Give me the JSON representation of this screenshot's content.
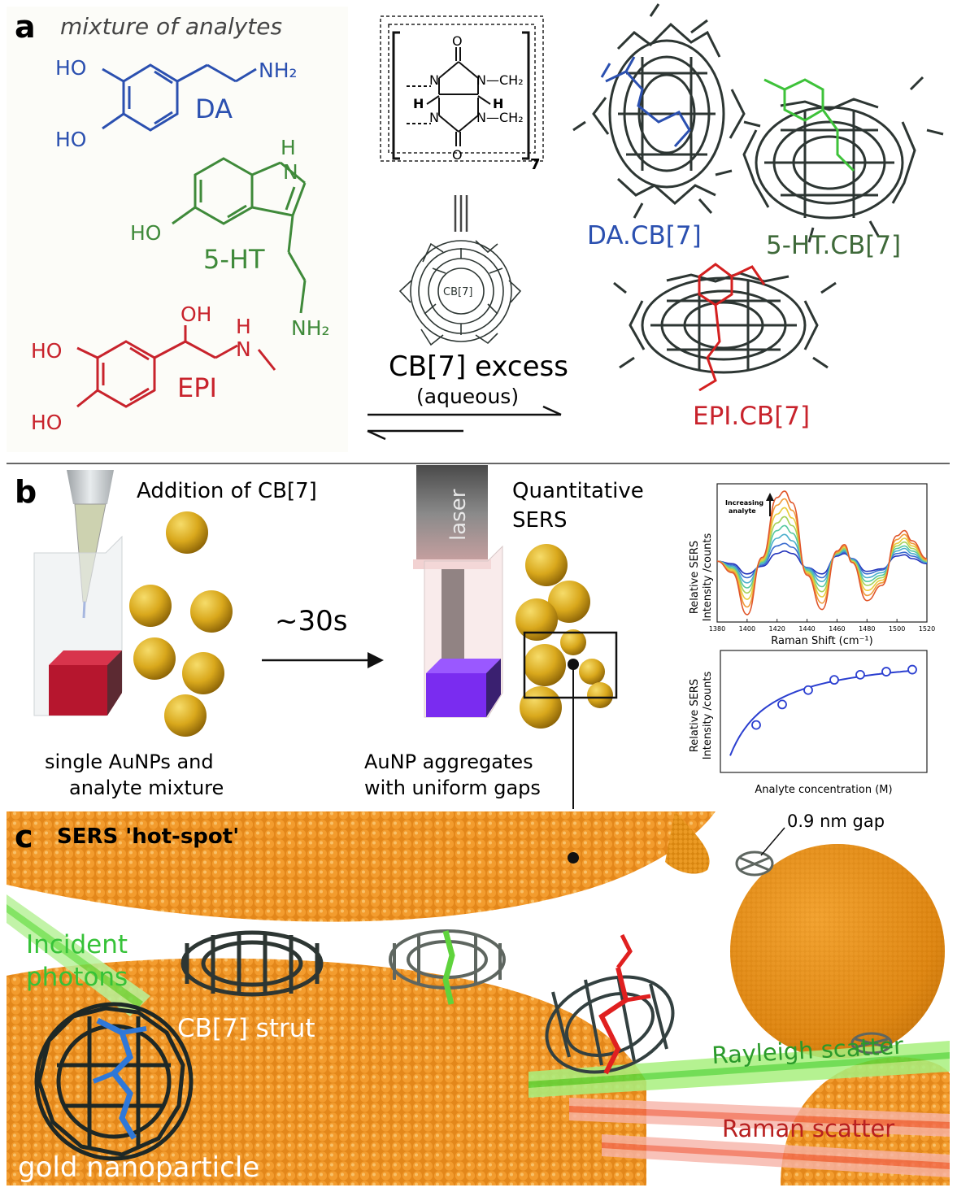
{
  "panel_a": {
    "letter": "a",
    "mixture_label": "mixture of analytes",
    "da": {
      "ho1": "HO",
      "ho2": "HO",
      "nh2": "NH₂",
      "name": "DA"
    },
    "ht": {
      "ho": "HO",
      "nh": "H",
      "n": "N",
      "nh2": "NH₂",
      "name": "5-HT"
    },
    "epi": {
      "oh": "OH",
      "ho1": "HO",
      "ho2": "HO",
      "h": "H",
      "n": "N",
      "name": "EPI"
    },
    "cb_struct": {
      "o1": "O",
      "o2": "O",
      "n1": "N",
      "n2": "N",
      "n3": "N",
      "n4": "N",
      "h1": "H",
      "h2": "H",
      "ch2a": "—CH₂",
      "ch2b": "—CH₂",
      "sub": "7",
      "ring_label": "CB[7]"
    },
    "excess_label": "CB[7] excess",
    "aqueous_label": "(aqueous)",
    "complex_da": "DA.CB[7]",
    "complex_ht": "5-HT.CB[7]",
    "complex_epi": "EPI.CB[7]"
  },
  "panel_b": {
    "letter": "b",
    "addition_label": "Addition of CB[7]",
    "time_label": "~30s",
    "laser_label": "laser",
    "quant_label_1": "Quantitative",
    "quant_label_2": "SERS",
    "single_label_1": "single AuNPs and",
    "single_label_2": "analyte mixture",
    "agg_label_1": "AuNP aggregates",
    "agg_label_2": "with uniform gaps"
  },
  "panel_c": {
    "letter": "c",
    "hotspot_label": "SERS 'hot-spot'",
    "gap_label": "0.9 nm gap",
    "incident_1": "Incident",
    "incident_2": "photons",
    "strut_label": "CB[7] strut",
    "rayleigh_label": "Rayleigh scatter",
    "raman_label": "Raman scatter",
    "gold_label": "gold nanoparticle"
  },
  "colors": {
    "da": "#2b50b0",
    "ht": "#3f8a3a",
    "epi": "#c8232c",
    "gold": "#e08a12",
    "dark": "#2d3633"
  },
  "chart_data": [
    {
      "type": "line",
      "title": "",
      "xlabel": "Raman Shift (cm⁻¹)",
      "ylabel_1": "Relative SERS",
      "ylabel_2": "Intensity /counts",
      "xlim": [
        1380,
        1520
      ],
      "x_ticks": [
        "1380",
        "1400",
        "1420",
        "1440",
        "1460",
        "1480",
        "1500",
        "1520"
      ],
      "annotation_1": "Increasing",
      "annotation_2": "analyte",
      "x": [
        1380,
        1390,
        1400,
        1410,
        1420,
        1425,
        1430,
        1440,
        1450,
        1460,
        1465,
        1470,
        1480,
        1490,
        1500,
        1505,
        1510,
        1520
      ],
      "series": [
        {
          "color": "#2233bb",
          "values": [
            0.5,
            0.48,
            0.4,
            0.46,
            0.56,
            0.58,
            0.56,
            0.45,
            0.4,
            0.54,
            0.56,
            0.52,
            0.42,
            0.44,
            0.54,
            0.55,
            0.52,
            0.48
          ]
        },
        {
          "color": "#3a6ccf",
          "values": [
            0.5,
            0.47,
            0.37,
            0.47,
            0.62,
            0.64,
            0.61,
            0.45,
            0.37,
            0.55,
            0.57,
            0.52,
            0.4,
            0.43,
            0.56,
            0.57,
            0.54,
            0.49
          ]
        },
        {
          "color": "#4aaecc",
          "values": [
            0.5,
            0.46,
            0.33,
            0.48,
            0.68,
            0.71,
            0.66,
            0.44,
            0.34,
            0.55,
            0.58,
            0.51,
            0.37,
            0.41,
            0.58,
            0.6,
            0.56,
            0.49
          ]
        },
        {
          "color": "#56c8a0",
          "values": [
            0.5,
            0.45,
            0.29,
            0.49,
            0.74,
            0.78,
            0.72,
            0.43,
            0.3,
            0.56,
            0.59,
            0.51,
            0.34,
            0.39,
            0.6,
            0.62,
            0.58,
            0.5
          ]
        },
        {
          "color": "#a6d25a",
          "values": [
            0.5,
            0.44,
            0.25,
            0.5,
            0.8,
            0.85,
            0.78,
            0.42,
            0.26,
            0.56,
            0.6,
            0.5,
            0.31,
            0.37,
            0.62,
            0.65,
            0.6,
            0.5
          ]
        },
        {
          "color": "#e8cc3a",
          "values": [
            0.5,
            0.43,
            0.2,
            0.51,
            0.87,
            0.92,
            0.84,
            0.41,
            0.22,
            0.57,
            0.61,
            0.5,
            0.27,
            0.35,
            0.64,
            0.68,
            0.62,
            0.51
          ]
        },
        {
          "color": "#f09a38",
          "values": [
            0.5,
            0.42,
            0.14,
            0.52,
            0.94,
            0.99,
            0.9,
            0.4,
            0.17,
            0.57,
            0.62,
            0.49,
            0.23,
            0.33,
            0.67,
            0.71,
            0.64,
            0.51
          ]
        },
        {
          "color": "#e0562a",
          "values": [
            0.5,
            0.41,
            0.08,
            0.53,
            1.0,
            1.05,
            0.96,
            0.39,
            0.12,
            0.58,
            0.63,
            0.49,
            0.19,
            0.31,
            0.7,
            0.74,
            0.66,
            0.52
          ]
        }
      ]
    },
    {
      "type": "line",
      "title": "",
      "xlabel": "Analyte concentration (M)",
      "ylabel_1": "Relative SERS",
      "ylabel_2": "Intensity /counts",
      "markers": true,
      "color": "#2b3fd0",
      "x": [
        0,
        1,
        2,
        3,
        4,
        5,
        6,
        7
      ],
      "values": [
        0.1,
        0.4,
        0.6,
        0.74,
        0.84,
        0.89,
        0.92,
        0.94
      ]
    }
  ]
}
